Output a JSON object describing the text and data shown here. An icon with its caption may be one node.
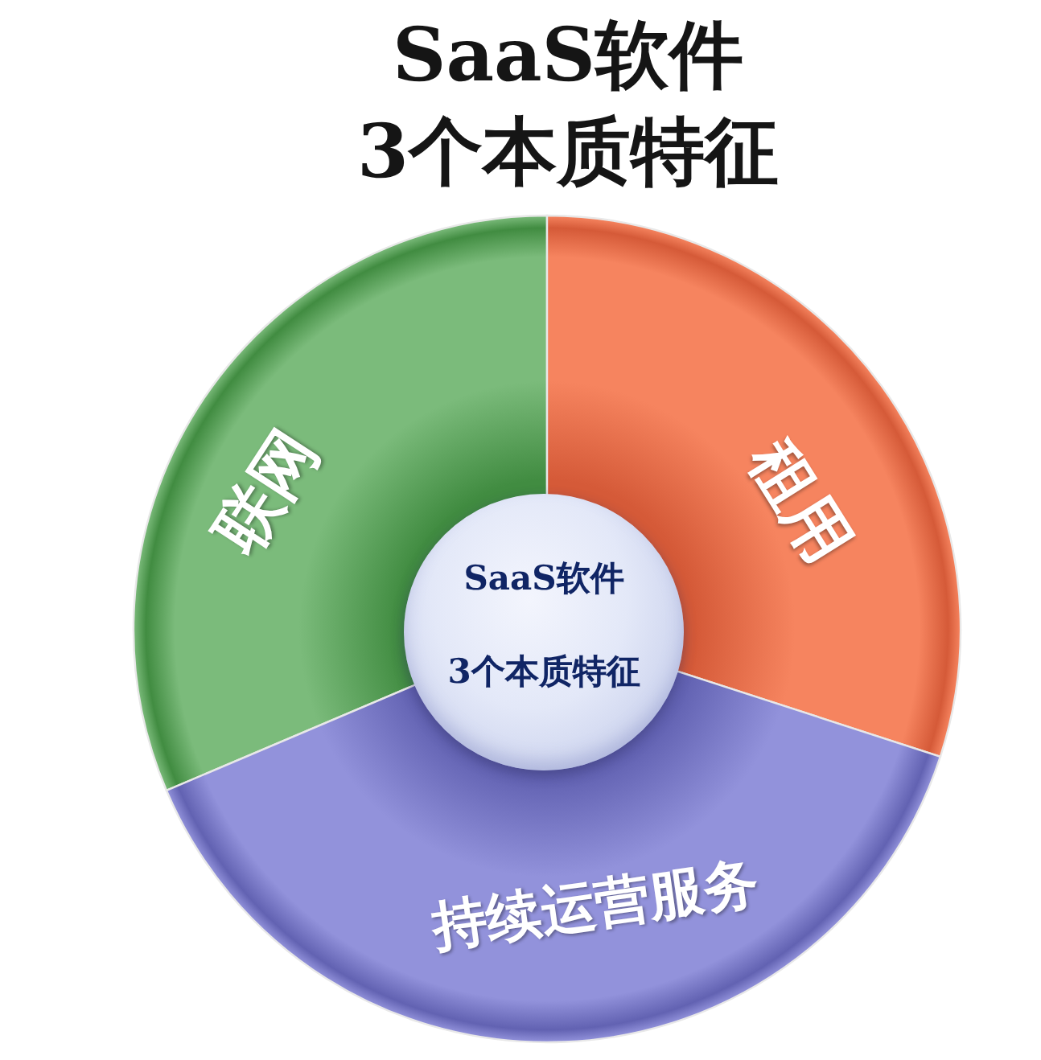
{
  "diagram": {
    "title": "SaaS软件 3个本质特征",
    "nodes": [
      {
        "text": [
          "联网"
        ]
      },
      {
        "text": [
          "租用"
        ]
      },
      {
        "text": [
          "持续运营服务"
        ]
      },
      {
        "text": [
          "SaaS软件",
          "3个本质特征"
        ]
      }
    ]
  }
}
